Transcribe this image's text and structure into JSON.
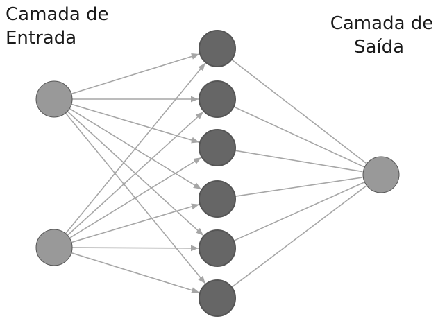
{
  "labels": {
    "input_layer": [
      "Camada de",
      "Entrada"
    ],
    "output_layer": [
      "Camada de",
      "Saída"
    ]
  },
  "network": {
    "layers": [
      {
        "name": "input",
        "nodes": 2
      },
      {
        "name": "hidden",
        "nodes": 6
      },
      {
        "name": "output",
        "nodes": 1
      }
    ],
    "fully_connected": true
  },
  "colors": {
    "input_node": "#999999",
    "hidden_node": "#666666",
    "output_node": "#999999",
    "node_stroke": "#555555",
    "edge": "#a6a6a6"
  }
}
